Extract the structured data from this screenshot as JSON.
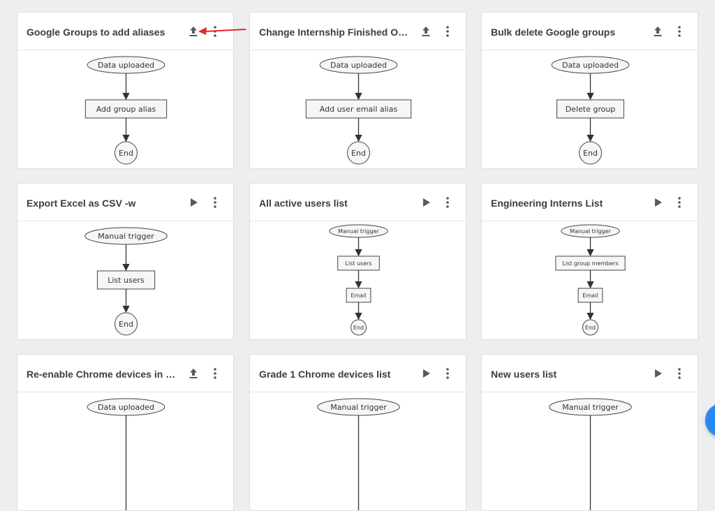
{
  "cards": [
    {
      "title": "Google Groups to add aliases",
      "action_icon": "upload-icon",
      "flow_small": false,
      "nodes": [
        {
          "shape": "ellipse",
          "label": "Data uploaded"
        },
        {
          "shape": "rect",
          "label": "Add group alias"
        },
        {
          "shape": "circle",
          "label": "End"
        }
      ]
    },
    {
      "title": "Change Internship Finished OU- u...",
      "action_icon": "upload-icon",
      "flow_small": false,
      "nodes": [
        {
          "shape": "ellipse",
          "label": "Data uploaded"
        },
        {
          "shape": "rect",
          "label": "Add user email alias"
        },
        {
          "shape": "circle",
          "label": "End"
        }
      ]
    },
    {
      "title": "Bulk delete Google groups",
      "action_icon": "upload-icon",
      "flow_small": false,
      "nodes": [
        {
          "shape": "ellipse",
          "label": "Data uploaded"
        },
        {
          "shape": "rect",
          "label": "Delete group"
        },
        {
          "shape": "circle",
          "label": "End"
        }
      ]
    },
    {
      "title": "Export Excel as CSV -w",
      "action_icon": "play-icon",
      "flow_small": false,
      "nodes": [
        {
          "shape": "ellipse",
          "label": "Manual trigger"
        },
        {
          "shape": "rect",
          "label": "List users"
        },
        {
          "shape": "circle",
          "label": "End"
        }
      ]
    },
    {
      "title": "All active users list",
      "action_icon": "play-icon",
      "flow_small": true,
      "nodes": [
        {
          "shape": "ellipse",
          "label": "Manual trigger"
        },
        {
          "shape": "rect",
          "label": "List users"
        },
        {
          "shape": "rect",
          "label": "Email"
        },
        {
          "shape": "circle",
          "label": "End"
        }
      ]
    },
    {
      "title": "Engineering Interns List",
      "action_icon": "play-icon",
      "flow_small": true,
      "nodes": [
        {
          "shape": "ellipse",
          "label": "Manual trigger"
        },
        {
          "shape": "rect",
          "label": "List group members"
        },
        {
          "shape": "rect",
          "label": "Email"
        },
        {
          "shape": "circle",
          "label": "End"
        }
      ]
    },
    {
      "title": "Re-enable Chrome devices in Gra...",
      "action_icon": "upload-icon",
      "flow_small": false,
      "nodes": [
        {
          "shape": "ellipse",
          "label": "Data uploaded"
        }
      ]
    },
    {
      "title": "Grade 1 Chrome devices list",
      "action_icon": "play-icon",
      "flow_small": false,
      "nodes": [
        {
          "shape": "ellipse",
          "label": "Manual trigger"
        }
      ]
    },
    {
      "title": "New users list",
      "action_icon": "play-icon",
      "flow_small": false,
      "nodes": [
        {
          "shape": "ellipse",
          "label": "Manual trigger"
        }
      ]
    }
  ],
  "annotation": {
    "icon": "red-pointer-arrow-icon",
    "color": "#e3262b"
  },
  "fab": {
    "icon": "add-icon",
    "color": "#2a88f2"
  }
}
